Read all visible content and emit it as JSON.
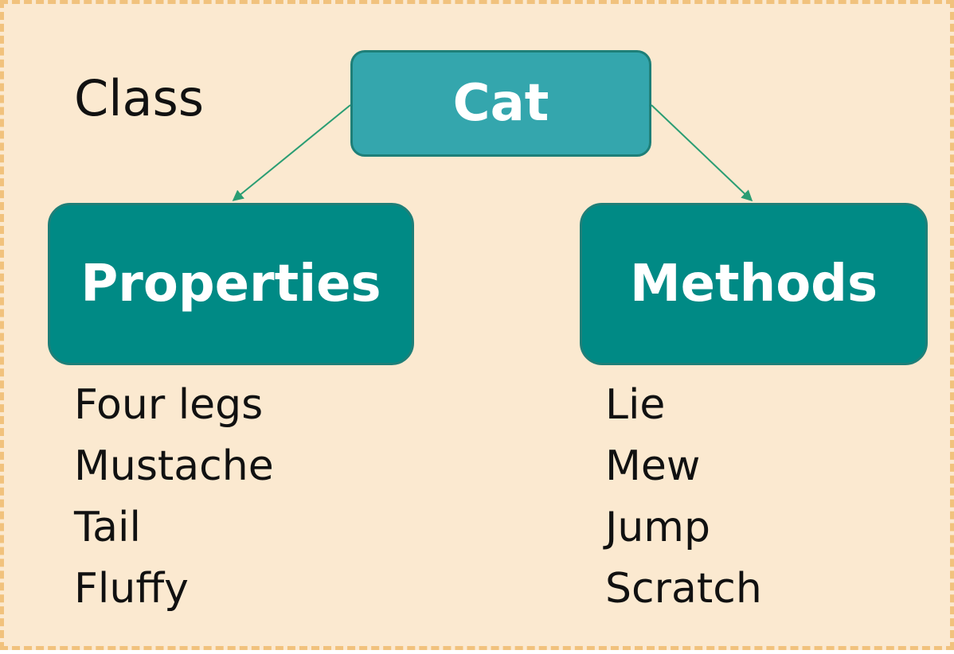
{
  "diagram": {
    "class_label": "Class",
    "root": {
      "label": "Cat"
    },
    "left_branch": {
      "label": "Properties",
      "items": [
        "Four legs",
        "Mustache",
        "Tail",
        "Fluffy"
      ]
    },
    "right_branch": {
      "label": "Methods",
      "items": [
        "Lie",
        "Mew",
        "Jump",
        "Scratch"
      ]
    },
    "colors": {
      "background": "#fbe9d0",
      "frame_dash": "#f1c27d",
      "root_fill": "#34a6ad",
      "branch_fill": "#008a85",
      "border": "#1e7f78",
      "arrow": "#2a9d73"
    }
  }
}
